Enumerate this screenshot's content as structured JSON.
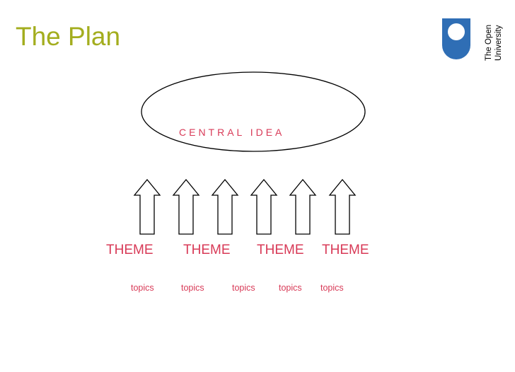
{
  "title": "The Plan",
  "logo": {
    "icon": "open-university-shield-icon",
    "color": "#2f6eb5",
    "line1": "The Open",
    "line2": "University"
  },
  "diagram": {
    "central_idea": "CENTRAL IDEA",
    "themes": [
      "THEME",
      "THEME",
      "THEME",
      "THEME"
    ],
    "topics": [
      "topics",
      "topics",
      "topics",
      "topics",
      "topics"
    ],
    "arrow_count": 6
  },
  "colors": {
    "title": "#a3ad1e",
    "accent_text": "#d83a57",
    "outline": "#000000",
    "logo_blue": "#2f6eb5"
  }
}
